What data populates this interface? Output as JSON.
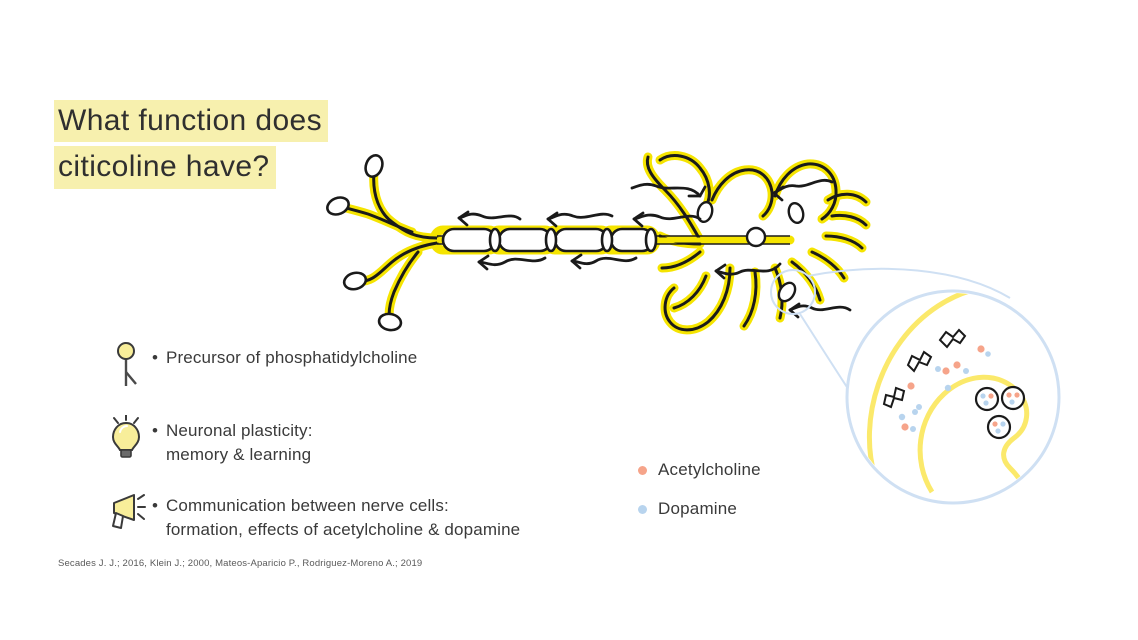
{
  "slide": {
    "background_color": "#ffffff",
    "title": {
      "lines": [
        "What function does",
        "citicoline have?"
      ],
      "highlight_color": "#f7f0ae",
      "text_color": "#2f2f2f"
    },
    "bullets": [
      {
        "icon": "precursor-molecule-icon",
        "text": "Precursor of phosphatidylcholine",
        "marker": "•"
      },
      {
        "icon": "lightbulb-icon",
        "text": "Neuronal plasticity:\nmemory & learning",
        "marker": "•"
      },
      {
        "icon": "megaphone-icon",
        "text": "Communication between nerve cells:\nformation, effects of acetylcholine & dopamine",
        "marker": "•"
      }
    ],
    "legend": {
      "items": [
        {
          "label": "Acetylcholine",
          "color": "#f6a48a"
        },
        {
          "label": "Dopamine",
          "color": "#b8d4ee"
        }
      ]
    },
    "citation": "Secades J. J.; 2016, Klein J.; 2000, Mateos-Aparicio P., Rodriguez-Moreno A.; 2019",
    "illustration": {
      "name": "neuron-diagram",
      "colors": {
        "neuron_outline": "#1a1a1a",
        "neuron_glow": "#f5e400",
        "magnifier_stroke": "#cfe0f3",
        "membrane": "#fbe96b",
        "acetylcholine": "#f6a48a",
        "dopamine": "#b8d4ee"
      },
      "parts": [
        "axon-terminals",
        "myelinated-axon",
        "signal-arrows",
        "soma",
        "nucleus",
        "dendrites",
        "synapse-marker",
        "magnifier-circle",
        "postsynaptic-membrane",
        "receptors",
        "neurotransmitter-dots",
        "vesicles"
      ]
    }
  }
}
